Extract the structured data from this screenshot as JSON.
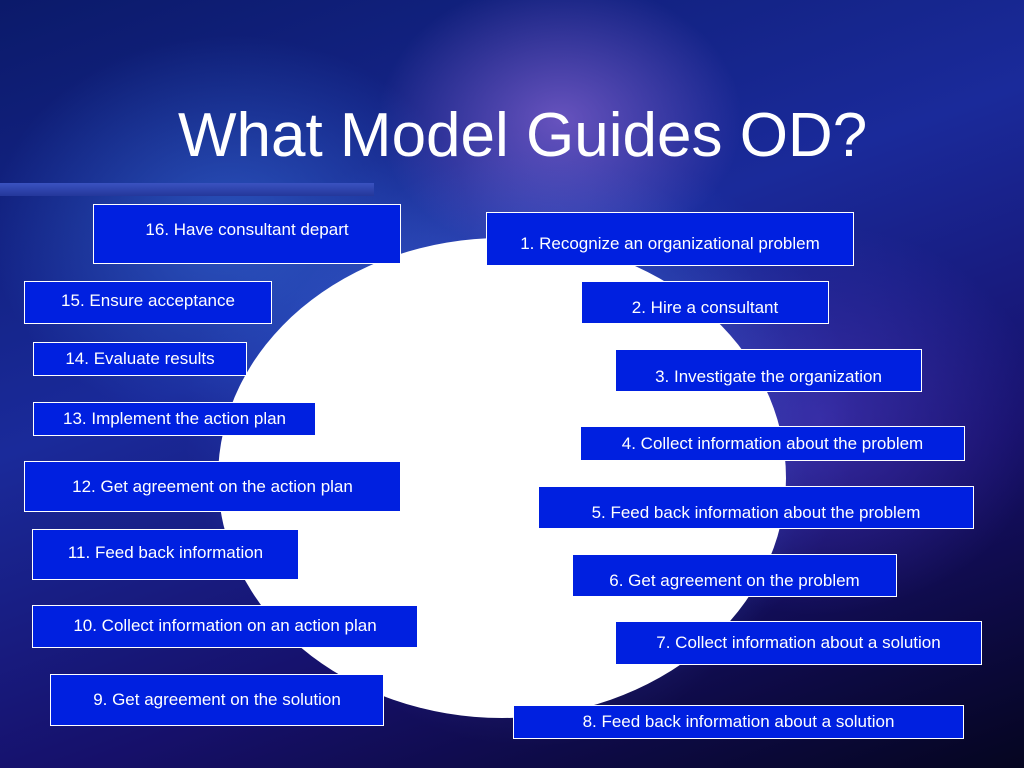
{
  "slide": {
    "title": "What Model Guides OD?",
    "colors": {
      "box_fill": "#0020e0",
      "box_text": "#ffffff",
      "circle": "#ffffff",
      "accent_bar": "#3a52c0"
    },
    "steps": [
      "1. Recognize an organizational problem",
      "2. Hire a consultant",
      "3. Investigate the organization",
      "4. Collect information about the problem",
      "5. Feed back information about the problem",
      "6. Get agreement on the problem",
      "7. Collect information about a solution",
      "8. Feed back information about a solution",
      "9. Get agreement on the solution",
      "10. Collect information on an action plan",
      "11. Feed back information",
      "12. Get agreement on the action plan",
      "13. Implement the action plan",
      "14. Evaluate results",
      "15. Ensure acceptance",
      "16. Have consultant depart"
    ]
  }
}
